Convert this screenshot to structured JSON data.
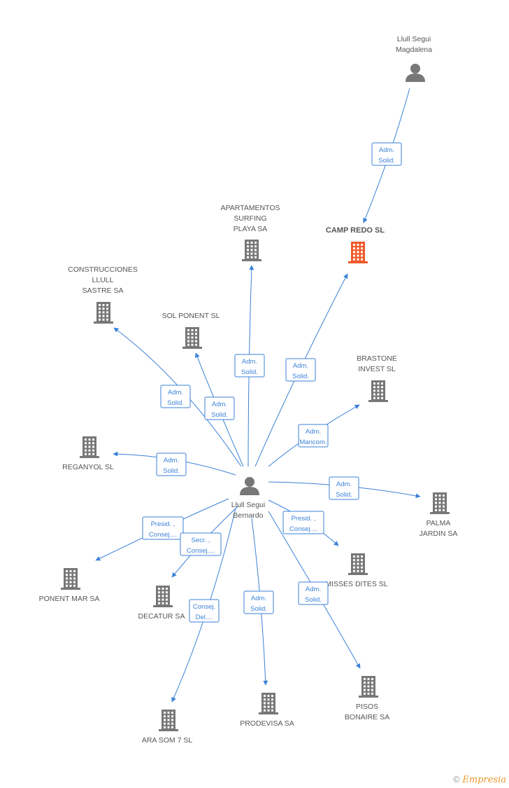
{
  "colors": {
    "edge": "#3b82d8",
    "company": "#777777",
    "focus_company": "#f05a2a",
    "person": "#777777"
  },
  "nodes": [
    {
      "id": "magdalena",
      "kind": "person",
      "label": [
        "Llull Segui",
        "Magdalena"
      ]
    },
    {
      "id": "bernardo",
      "kind": "person",
      "label": [
        "Llull Segui",
        "Bernardo"
      ]
    },
    {
      "id": "camp_redo",
      "kind": "company",
      "focus": true,
      "label": [
        "CAMP REDO SL"
      ]
    },
    {
      "id": "apartamentos",
      "kind": "company",
      "label": [
        "APARTAMENTOS",
        "SURFING",
        "PLAYA SA"
      ]
    },
    {
      "id": "construcciones",
      "kind": "company",
      "label": [
        "CONSTRUCCIONES",
        "LLULL",
        "SASTRE SA"
      ]
    },
    {
      "id": "sol_ponent",
      "kind": "company",
      "label": [
        "SOL PONENT SL"
      ]
    },
    {
      "id": "brastone",
      "kind": "company",
      "label": [
        "BRASTONE",
        "INVEST SL"
      ]
    },
    {
      "id": "reganyol",
      "kind": "company",
      "label": [
        "REGANYOL SL"
      ]
    },
    {
      "id": "palma",
      "kind": "company",
      "label": [
        "PALMA",
        "JARDIN SA"
      ]
    },
    {
      "id": "misses",
      "kind": "company",
      "label": [
        "MISSES DITES SL"
      ]
    },
    {
      "id": "ponent_mar",
      "kind": "company",
      "label": [
        "PONENT MAR SA"
      ]
    },
    {
      "id": "decatur",
      "kind": "company",
      "label": [
        "DECATUR SA"
      ]
    },
    {
      "id": "pisos",
      "kind": "company",
      "label": [
        "PISOS",
        "BONAIRE SA"
      ]
    },
    {
      "id": "prodevisa",
      "kind": "company",
      "label": [
        "PRODEVISA SA"
      ]
    },
    {
      "id": "ara_som",
      "kind": "company",
      "label": [
        "ARA SOM 7 SL"
      ]
    }
  ],
  "edges": [
    {
      "from": "magdalena",
      "to": "camp_redo",
      "label": [
        "Adm.",
        "Solid."
      ]
    },
    {
      "from": "bernardo",
      "to": "camp_redo",
      "label": [
        "Adm.",
        "Solid."
      ]
    },
    {
      "from": "bernardo",
      "to": "apartamentos",
      "label": [
        "Adm.",
        "Solid."
      ]
    },
    {
      "from": "bernardo",
      "to": "construcciones",
      "label": [
        "Adm.",
        "Solid."
      ]
    },
    {
      "from": "bernardo",
      "to": "sol_ponent",
      "label": [
        "Adm.",
        "Solid."
      ]
    },
    {
      "from": "bernardo",
      "to": "brastone",
      "label": [
        "Adm.",
        "Mancom."
      ]
    },
    {
      "from": "bernardo",
      "to": "reganyol",
      "label": [
        "Adm.",
        "Solid."
      ]
    },
    {
      "from": "bernardo",
      "to": "palma",
      "label": [
        "Adm.",
        "Solid."
      ]
    },
    {
      "from": "bernardo",
      "to": "misses",
      "label": [
        "Presid. ,",
        "Consej...."
      ]
    },
    {
      "from": "bernardo",
      "to": "ponent_mar",
      "label": [
        "Presid. ,",
        "Consej...."
      ]
    },
    {
      "from": "bernardo",
      "to": "decatur",
      "label": [
        "Secr. ,",
        "Consej...."
      ]
    },
    {
      "from": "bernardo",
      "to": "ara_som",
      "label": [
        "Consej.",
        "Del...."
      ]
    },
    {
      "from": "bernardo",
      "to": "prodevisa",
      "label": [
        "Adm.",
        "Solid."
      ]
    },
    {
      "from": "bernardo",
      "to": "pisos",
      "label": [
        "Adm.",
        "Solid."
      ]
    }
  ],
  "watermark": {
    "symbol": "©",
    "brand": "Empresia"
  }
}
